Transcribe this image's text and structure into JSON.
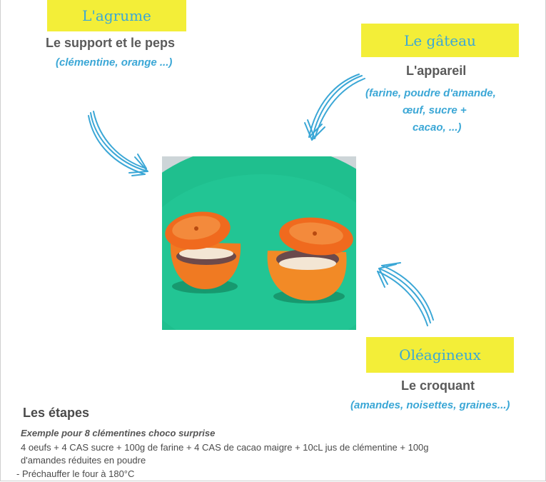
{
  "citrus": {
    "tag": "L'agrume",
    "heading": "Le support et le peps",
    "ingredients": "(clémentine, orange ...)"
  },
  "cake": {
    "tag": "Le gâteau",
    "heading": "L'appareil",
    "ingredients": [
      "(farine, poudre d'amande,",
      "œuf, sucre +",
      "cacao, ...)"
    ]
  },
  "nuts": {
    "tag": "Oléagineux",
    "heading": "Le croquant",
    "ingredients": "(amandes, noisettes, graines...)"
  },
  "steps": {
    "title": "Les étapes",
    "example": "Exemple pour 8 clémentines choco surprise",
    "ingredients_lines": [
      "4 oeufs + 4 CAS sucre + 100g de farine + 4 CAS de cacao maigre + 10cL jus de clémentine + 100g",
      "d'amandes réduites en poudre"
    ],
    "first_step": "- Préchauffer le four à 180°C"
  },
  "colors": {
    "tag_bg": "#f3ee38",
    "accent_blue": "#3ba7d6",
    "plate": "#1fbf8e",
    "orange": "#f07a22"
  }
}
